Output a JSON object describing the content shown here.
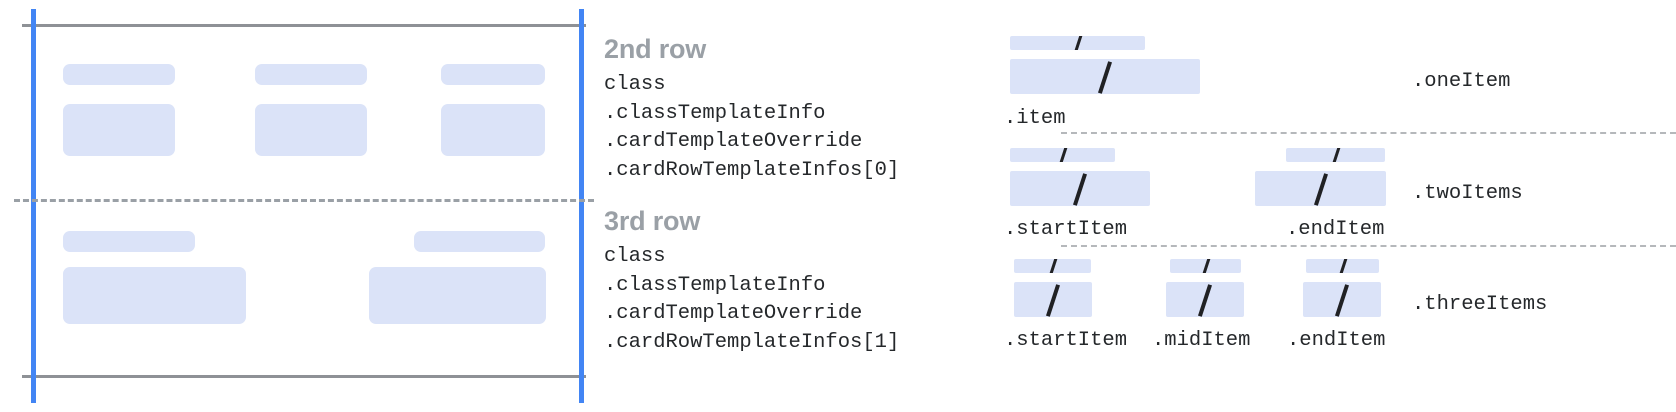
{
  "diagram": {
    "accent_blue": "#4285f4",
    "placeholder_fill": "#dbe3f8",
    "rule_gray": "#8e9196",
    "dash_gray": "#9aa0a6",
    "text_dark": "#25282b",
    "title_gray": "#9aa0a6",
    "slash_glyph": "/"
  },
  "rows": [
    {
      "title": "2nd row",
      "code_lines": [
        "class",
        ".classTemplateInfo",
        ".cardTemplateOverride",
        ".cardRowTemplateInfos[0]"
      ]
    },
    {
      "title": "3rd row",
      "code_lines": [
        "class",
        ".classTemplateInfo",
        ".cardTemplateOverride",
        ".cardRowTemplateInfos[1]"
      ]
    }
  ],
  "item_sections": [
    {
      "section_label": ".oneItem",
      "items": [
        {
          "label": ".item"
        }
      ]
    },
    {
      "section_label": ".twoItems",
      "items": [
        {
          "label": ".startItem"
        },
        {
          "label": ".endItem"
        }
      ]
    },
    {
      "section_label": ".threeItems",
      "items": [
        {
          "label": ".startItem"
        },
        {
          "label": ".midItem"
        },
        {
          "label": ".endItem"
        }
      ]
    }
  ]
}
